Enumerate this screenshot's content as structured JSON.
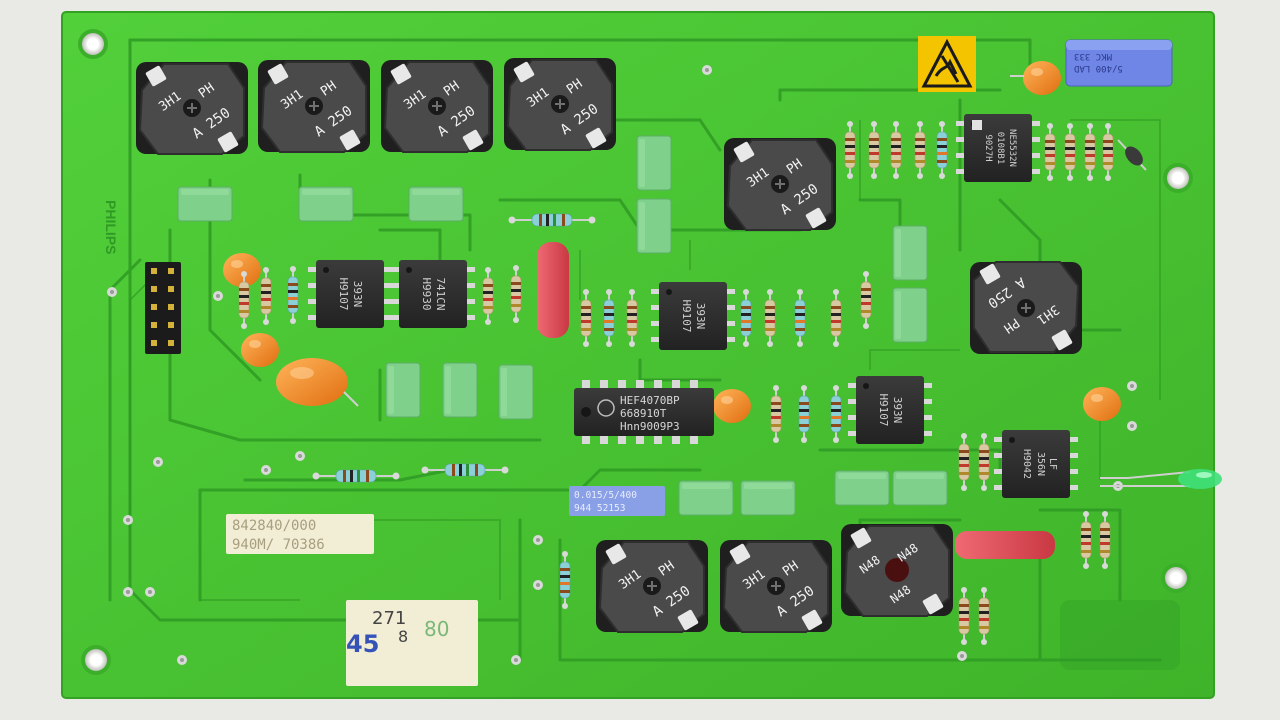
{
  "colors": {
    "background": "#e9eae6",
    "board": "#45c531",
    "trace": "#2f9a24",
    "coil_body": "#3b3b3b",
    "cap_green": "#7fd08a",
    "cap_orange": "#f08a24",
    "resistor_body": "#d9c9a3",
    "ic_body": "#2d2d2d",
    "cap_red": "#d9444e",
    "label_cream": "#f2edd5",
    "label_blue": "#8aa0e6",
    "warning_yellow": "#f5c400",
    "led_green": "#3fe07a"
  },
  "icons": {
    "esd": "esd-warning-icon",
    "mounting_hole": "mounting-hole-icon"
  },
  "board": {
    "silkscreen_maker": "PHILIPS",
    "serial_line_1": "842840/000",
    "serial_line_2": "940M/ 70386",
    "sticker_number_a": "271",
    "sticker_number_b": "80",
    "sticker_number_c": "45",
    "sticker_number_d": "8",
    "blue_label_line_1": "0.015/5/400",
    "blue_label_line_2": "944 52153",
    "top_blue_cap_line_1": "MKC 333",
    "top_blue_cap_line_2": "5/400 LAD"
  },
  "coils": {
    "label_a": "3H1",
    "label_b": "PH",
    "label_c": "A 250",
    "label_n48": "N48"
  },
  "ics": {
    "ic1_line_1": "393N",
    "ic1_line_2": "H9107",
    "ic2_line_1": "741CN",
    "ic2_line_2": "H9930",
    "ic3_line_1": "393N",
    "ic3_line_2": "H9107",
    "ic4_line_1": "HEF4070BP",
    "ic4_line_2": "668910T",
    "ic4_line_3": "Hnn9009P3",
    "ic5_line_1": "393N",
    "ic5_line_2": "H9107",
    "ic6_line_1": "LF",
    "ic6_line_2": "356N",
    "ic6_line_3": "H9042",
    "ic7_line_1": "NE5532N",
    "ic7_line_2": "0108B1",
    "ic7_line_3": "9027H"
  }
}
